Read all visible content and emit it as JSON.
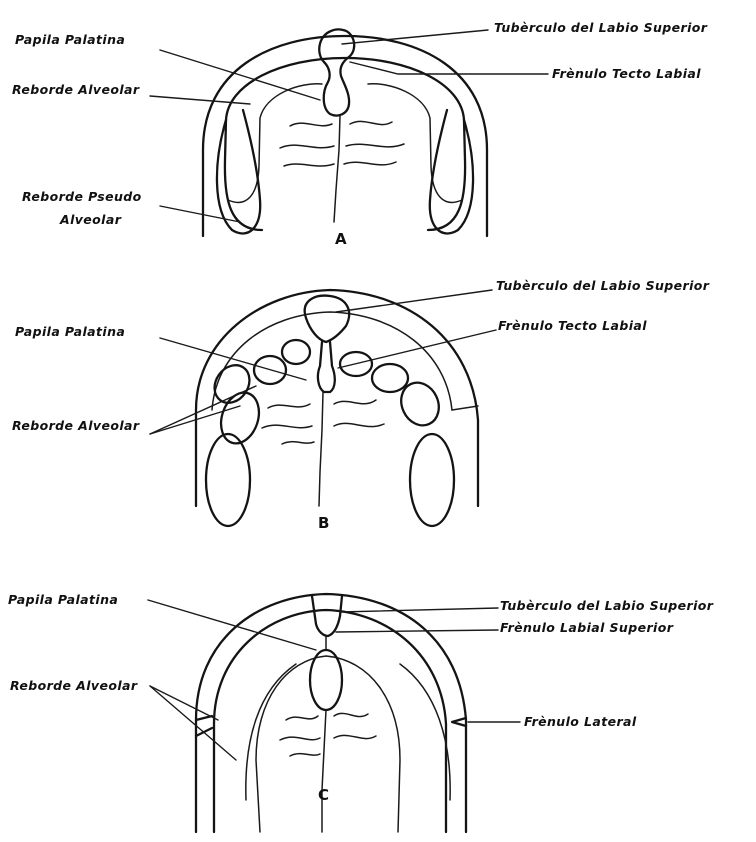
{
  "figures": [
    {
      "id": "A",
      "letter": "A",
      "labels": {
        "papila": "Papila Palatina",
        "reborde": "Reborde Alveolar",
        "pseudo_1": "Reborde Pseudo",
        "pseudo_2": "Alveolar",
        "tuberculo": "Tubèrculo del Labio Superior",
        "frenulo": "Frènulo Tecto Labial"
      }
    },
    {
      "id": "B",
      "letter": "B",
      "labels": {
        "tuberculo": "Tubèrculo del Labio Superior",
        "papila": "Papila Palatina",
        "frenulo": "Frènulo Tecto Labial",
        "reborde": "Reborde Alveolar"
      }
    },
    {
      "id": "C",
      "letter": "C",
      "labels": {
        "papila": "Papila Palatina",
        "tuberculo": "Tubèrculo del Labio Superior",
        "frenulo_sup": "Frènulo Labial Superior",
        "reborde": "Reborde Alveolar",
        "frenulo_lat": "Frènulo Lateral"
      }
    }
  ],
  "colors": {
    "ink": "#141414",
    "paper": "#ffffff"
  }
}
